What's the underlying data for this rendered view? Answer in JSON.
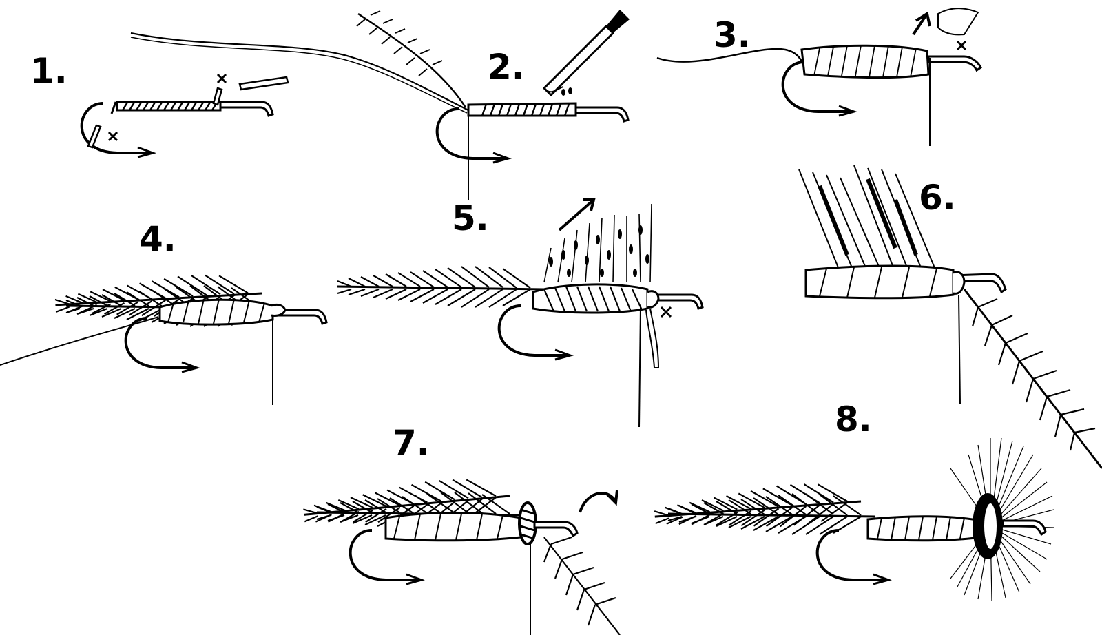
{
  "steps": [
    {
      "label": "1.",
      "icon": "hook-body-wrap-icon"
    },
    {
      "label": "2.",
      "icon": "glue-brush-icon"
    },
    {
      "label": "3.",
      "icon": "dubbed-body-icon"
    },
    {
      "label": "4.",
      "icon": "wing-tied-icon"
    },
    {
      "label": "5.",
      "icon": "hackle-wing-icon"
    },
    {
      "label": "6.",
      "icon": "hackle-feather-icon"
    },
    {
      "label": "7.",
      "icon": "wound-hackle-icon"
    },
    {
      "label": "8.",
      "icon": "finished-fly-icon"
    }
  ],
  "colors": {
    "ink": "#000000",
    "paper": "#ffffff"
  }
}
